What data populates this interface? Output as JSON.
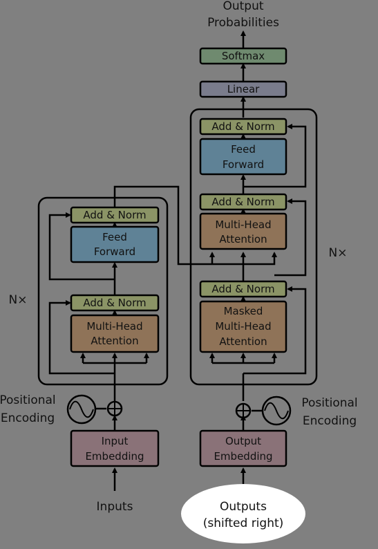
{
  "output": {
    "line1": "Output",
    "line2": "Probabilities"
  },
  "softmax": "Softmax",
  "linear": "Linear",
  "encoder": {
    "add_norm": "Add & Norm",
    "ff_line1": "Feed",
    "ff_line2": "Forward",
    "mha_line1": "Multi-Head",
    "mha_line2": "Attention",
    "nx": "N×",
    "embed_line1": "Input",
    "embed_line2": "Embedding",
    "input": "Inputs",
    "pos_line1": "Positional",
    "pos_line2": "Encoding"
  },
  "decoder": {
    "add_norm": "Add & Norm",
    "ff_line1": "Feed",
    "ff_line2": "Forward",
    "mha_line1": "Multi-Head",
    "mha_line2": "Attention",
    "masked_line1": "Masked",
    "masked_line2": "Multi-Head",
    "masked_line3": "Attention",
    "nx": "N×",
    "embed_line1": "Output",
    "embed_line2": "Embedding",
    "input_line1": "Outputs",
    "input_line2": "(shifted right)",
    "pos_line1": "Positional",
    "pos_line2": "Encoding"
  },
  "colors": {
    "add_norm": "#8b9466",
    "feed_forward": "#5f8296",
    "attention": "#8f7358",
    "embedding": "#8a7278",
    "softmax": "#6f8a6f",
    "linear": "#7a7c8c",
    "background": "#808080"
  }
}
